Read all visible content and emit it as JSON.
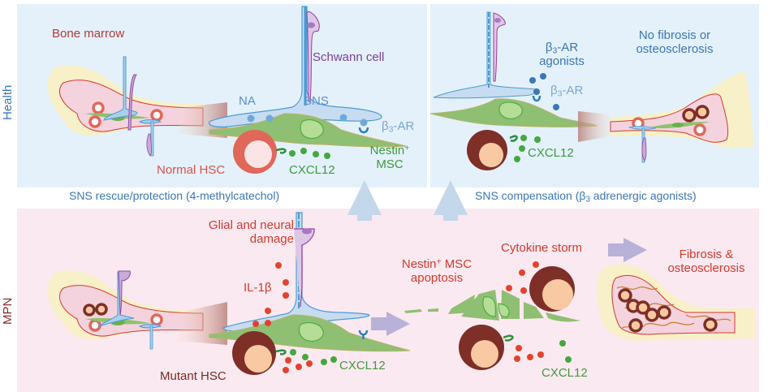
{
  "colors": {
    "health_bg": "#e4f1fa",
    "mpn_bg": "#fbe9f1",
    "blue_text": "#3b76b8",
    "light_blue_text": "#7aa5d6",
    "red_text": "#d23b2c",
    "dark_red_text": "#7a2b22",
    "green_text": "#3e9a3e",
    "purple_text": "#7b3f98",
    "up_arrow": "#c4d7eb",
    "right_arrow": "#b8b1d8"
  },
  "rows": {
    "health": "Health",
    "mpn": "MPN"
  },
  "health_left": {
    "bone_marrow": "Bone marrow",
    "schwann_cell": "Schwann cell",
    "na": "NA",
    "sns": "SNS",
    "beta": "β",
    "beta_sub": "3",
    "ar": "-AR",
    "normal_hsc": "Normal HSC",
    "cxcl12": "CXCL12",
    "nestin": "Nestin",
    "nestin_sup": "+",
    "msc": "MSC"
  },
  "health_right": {
    "agonists_beta": "β",
    "agonists_sub": "3",
    "agonists_ar": "-AR",
    "agonists": "agonists",
    "receptor_beta": "β",
    "receptor_sub": "3",
    "receptor_ar": "-AR",
    "no_fibrosis_1": "No fibrosis or",
    "no_fibrosis_2": "osteosclerosis",
    "cxcl12": "CXCL12"
  },
  "middle": {
    "rescue": "SNS rescue/protection (4-methylcatechol)",
    "compensation_pre": "SNS compensation (β",
    "compensation_sub": "3",
    "compensation_post": " adrenergic agonists)"
  },
  "mpn": {
    "glial_1": "Glial and neural",
    "glial_2": "damage",
    "il1b": "IL-1β",
    "mutant_hsc": "Mutant HSC",
    "cxcl12_left": "CXCL12",
    "nestin": "Nestin",
    "nestin_sup": "+",
    "msc_apoptosis": " MSC",
    "apoptosis": "apoptosis",
    "cytokine_storm": "Cytokine storm",
    "cxcl12_right": "CXCL12",
    "fibrosis_1": "Fibrosis &",
    "fibrosis_2": "osteosclerosis"
  }
}
